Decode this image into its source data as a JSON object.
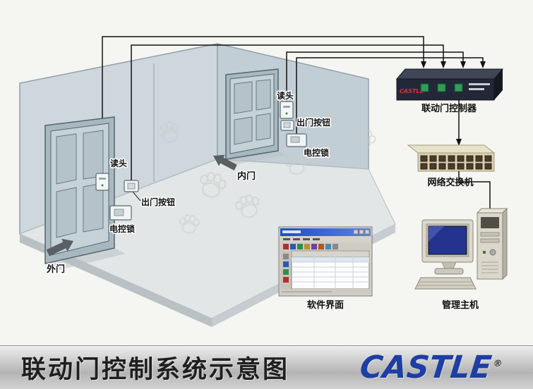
{
  "title_bar": {
    "title": "联动门控制系统示意图",
    "brand": "CASTLE",
    "registered_mark": "®"
  },
  "diagram": {
    "doors": {
      "outer": {
        "name": "外门",
        "reader": "读头",
        "exit_button": "出门按钮",
        "lock": "电控锁"
      },
      "inner": {
        "name": "内门",
        "reader": "读头",
        "exit_button": "出门按钮",
        "lock": "电控锁"
      }
    },
    "controller": {
      "label": "联动门控制器",
      "brand": "CASTLE"
    },
    "network_switch": {
      "label": "网络交换机"
    },
    "management_host": {
      "label": "管理主机"
    },
    "software_ui": {
      "label": "软件界面"
    }
  },
  "colors": {
    "brand_blue": "#1d3fa3",
    "wall_fill": "#cdd7dd",
    "floor_fill": "#e2e6e6",
    "controller_body": "#232838",
    "controller_led_green": "#2f9e5a",
    "switch_body": "#d8d1b2",
    "screen_blue": "#23338e",
    "wire_black": "#111111",
    "title_text": "#1f1f1f"
  }
}
